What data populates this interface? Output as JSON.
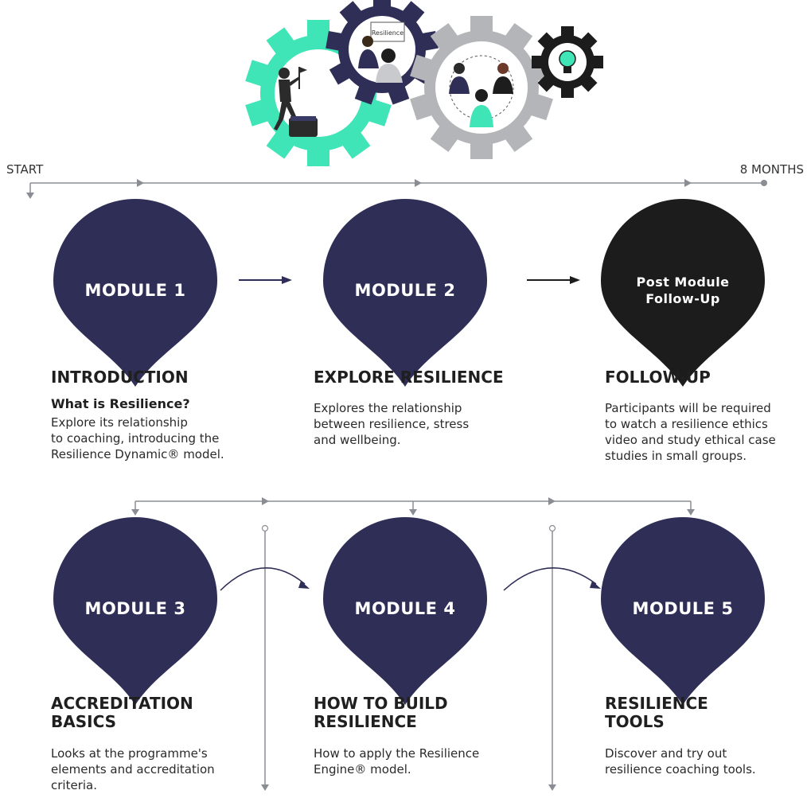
{
  "colors": {
    "navy": "#2f2e57",
    "black": "#1c1c1c",
    "mint": "#3fe4b7",
    "gear_gray": "#b3b5b8",
    "line_gray": "#8a8d94"
  },
  "timeline": {
    "start": "START",
    "end": "8 MONTHS"
  },
  "illustration": {
    "sign_text": "Resilience"
  },
  "modules": [
    {
      "pin": "MODULE 1",
      "title": "INTRODUCTION",
      "subtitle": "What is Resilience?",
      "body": [
        "Explore its relationship",
        "to coaching, introducing  the",
        "Resilience Dynamic® model."
      ]
    },
    {
      "pin": "MODULE 2",
      "title": "EXPLORE RESILIENCE",
      "body": [
        "Explores the relationship",
        "between resilience, stress",
        "and wellbeing."
      ]
    },
    {
      "pin_lines": [
        "Post Module",
        "Follow-Up"
      ],
      "title": "FOLLOW-UP",
      "body": [
        "Participants will be required",
        "to watch a resilience ethics",
        "video and study ethical case",
        "studies in small groups."
      ]
    },
    {
      "pin": "MODULE 3",
      "title_lines": [
        "ACCREDITATION",
        "BASICS"
      ],
      "body": [
        "Looks at the programme's",
        "elements and accreditation",
        "criteria."
      ]
    },
    {
      "pin": "MODULE 4",
      "title_lines": [
        "HOW TO BUILD",
        "RESILIENCE"
      ],
      "body": [
        "How to apply the Resilience",
        "Engine® model."
      ]
    },
    {
      "pin": "MODULE 5",
      "title_lines": [
        "RESILIENCE",
        "TOOLS"
      ],
      "body": [
        "Discover and try out",
        "resilience coaching tools."
      ]
    }
  ]
}
